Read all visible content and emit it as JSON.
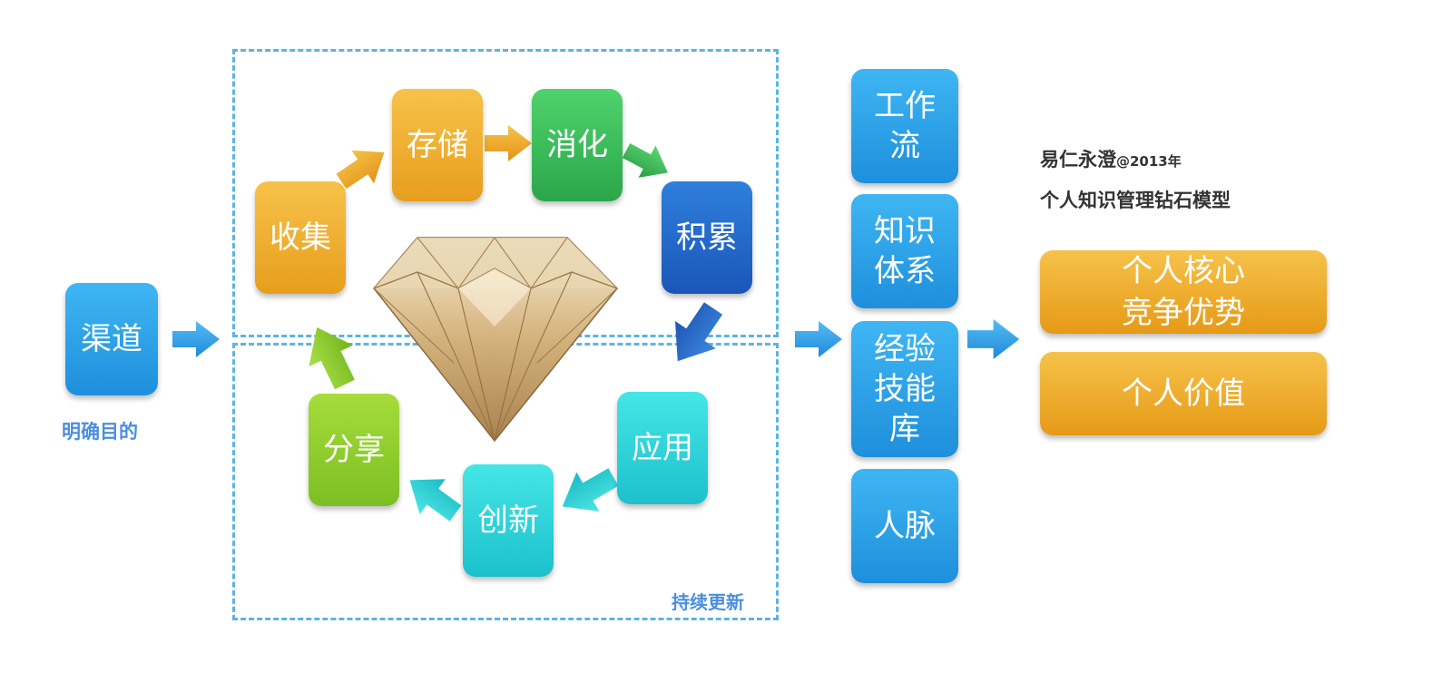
{
  "left": {
    "channel": "渠道",
    "purpose": "明确目的"
  },
  "cycle": {
    "collect": "收集",
    "store": "存储",
    "digest": "消化",
    "accumulate": "积累",
    "apply": "应用",
    "innovate": "创新",
    "share": "分享",
    "update_label": "持续更新"
  },
  "assets": {
    "workflow": "工作\n流",
    "knowledge_system": "知识\n体系",
    "experience_skills": "经验\n技能\n库",
    "network": "人脉"
  },
  "attribution": {
    "author": "易仁永澄",
    "year": "@2013年",
    "model_title": "个人知识管理钻石模型"
  },
  "outcomes": {
    "competitiveness": "个人核心\n竞争优势",
    "value": "个人价值"
  },
  "colors": {
    "dash_border": "#5ab4e6",
    "label_blue": "#4a8fe0",
    "arrow_blue": "#3aa6ec"
  }
}
